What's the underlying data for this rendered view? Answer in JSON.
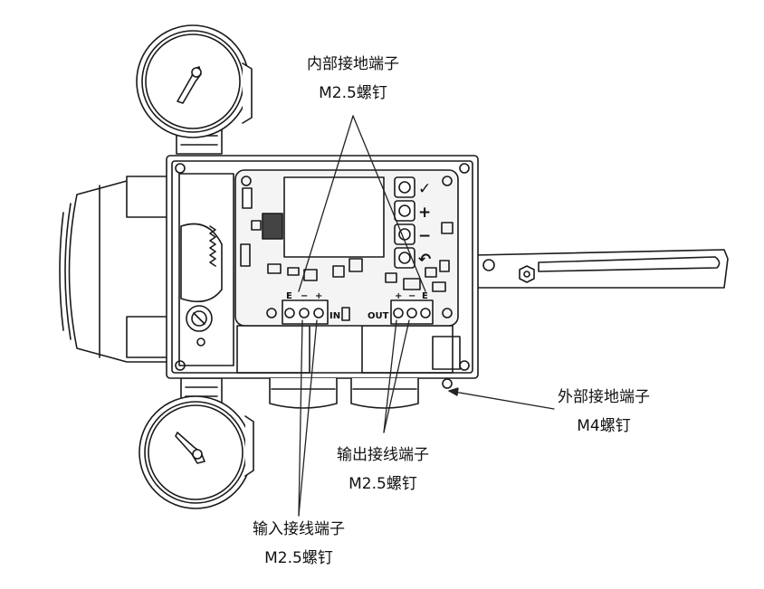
{
  "callouts": {
    "internal_ground": {
      "line1": "内部接地端子",
      "line2": "M2.5螺钉"
    },
    "external_ground": {
      "line1": "外部接地端子",
      "line2": "M4螺钉"
    },
    "output_terminal": {
      "line1": "输出接线端子",
      "line2": "M2.5螺钉"
    },
    "input_terminal": {
      "line1": "输入接线端子",
      "line2": "M2.5螺钉"
    }
  },
  "board_marks": {
    "in": "IN",
    "out": "OUT",
    "e_left": "E",
    "minus_left": "−",
    "plus_left": "+",
    "plus_right": "+",
    "minus_right": "−",
    "e_right": "E"
  },
  "buttons": [
    {
      "name": "confirm",
      "symbol": "✓"
    },
    {
      "name": "plus",
      "symbol": "+"
    },
    {
      "name": "minus",
      "symbol": "−"
    },
    {
      "name": "back",
      "symbol": "↶"
    }
  ],
  "colors": {
    "line": "#1a1a1a",
    "background": "#ffffff",
    "board": "#f4f4f4"
  }
}
